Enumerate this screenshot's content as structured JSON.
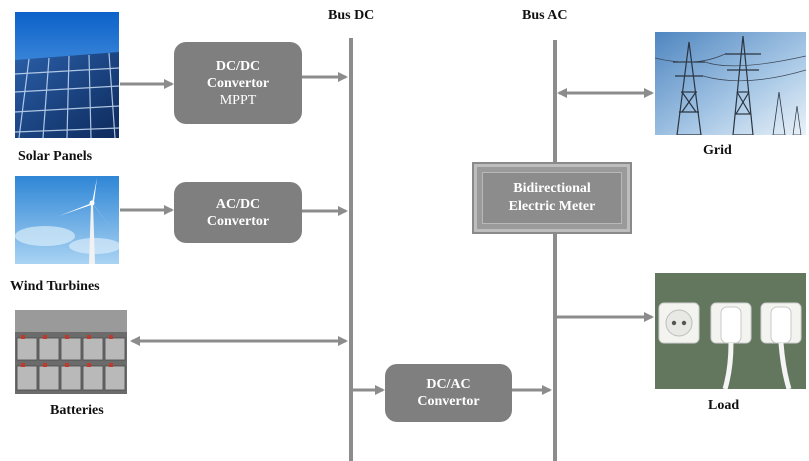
{
  "buses": {
    "dc_label": "Bus DC",
    "ac_label": "Bus AC"
  },
  "sources": {
    "solar_label": "Solar Panels",
    "wind_label": "Wind Turbines",
    "batteries_label": "Batteries"
  },
  "converters": {
    "dcdc": {
      "line1": "DC/DC",
      "line2": "Convertor",
      "line3": "MPPT"
    },
    "acdc": {
      "line1": "AC/DC",
      "line2": "Convertor"
    },
    "dcac": {
      "line1": "DC/AC",
      "line2": "Convertor"
    }
  },
  "meter": {
    "line1": "Bidirectional",
    "line2": "Electric Meter"
  },
  "outputs": {
    "grid_label": "Grid",
    "load_label": "Load"
  },
  "colors": {
    "arrow": "#8c8c8c",
    "box": "#7f7f7f",
    "bus": "#8c8c8c"
  }
}
